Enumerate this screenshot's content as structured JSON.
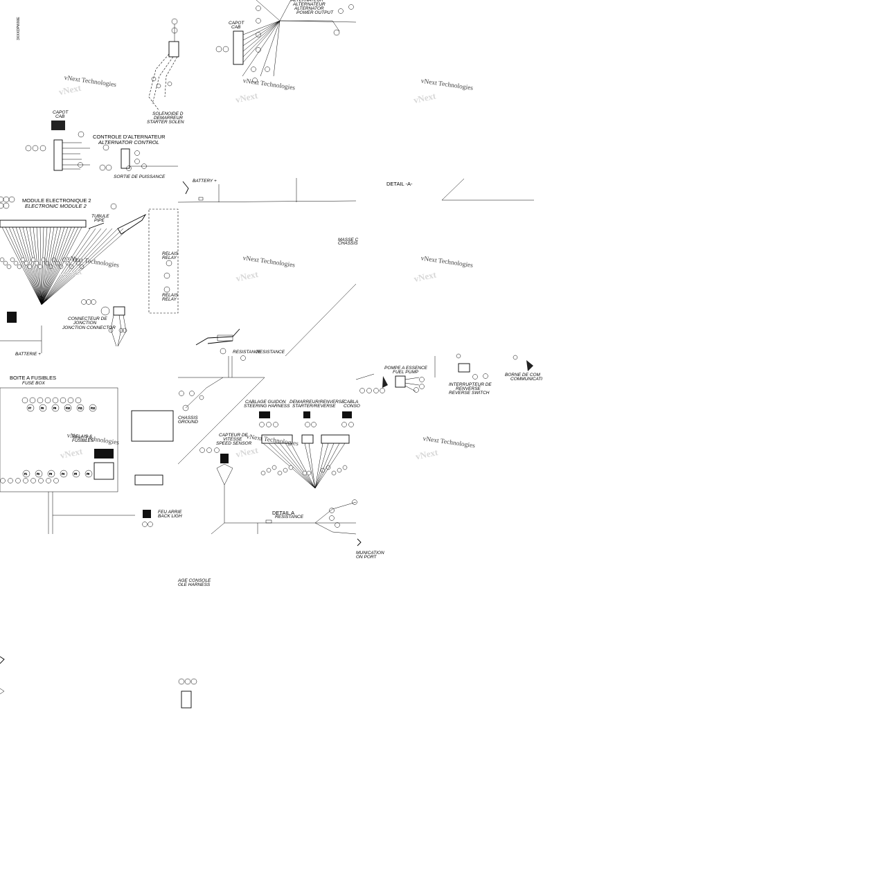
{
  "side_code": "3XXXOPW00E",
  "watermark": "vNext Technologies",
  "labels": {
    "capot_cab_top": [
      "CAPOT",
      "CAB"
    ],
    "alt_output": [
      "ALTERNATEUR",
      "ALTERNATOR",
      "POWER OUTPUT"
    ],
    "solenoid": [
      "SOLENOIDE D",
      "DEMARREUR",
      "STARTER SOLEN"
    ],
    "capot_cab_left": [
      "CAPOT",
      "CAB"
    ],
    "alt_control": [
      "CONTROLE D'ALTERNATEUR",
      "ALTERNATOR CONTROL"
    ],
    "sortie": "SORTIE DE PUISSANCE",
    "battery_plus": "BATTERY +",
    "detail_a_top": "DETAIL -A-",
    "module2": [
      "MODULE ELECTRONIQUE 2",
      "ELECTRONIC MODULE 2"
    ],
    "tube": [
      "TUBULE",
      "PIPE"
    ],
    "masse": [
      "MASSE C",
      "CHASSIS"
    ],
    "relais1": [
      "RELAIS",
      "RELAY"
    ],
    "relais2": [
      "RELAIS",
      "RELAY"
    ],
    "connecteur": [
      "CONNECTEUR DE",
      "JONCTION",
      "JONCTION CONNECTOR"
    ],
    "batterie": "BATTERIE +",
    "resistance": [
      "RESISTANCE",
      "RESISTANCE"
    ],
    "pompe": [
      "POMPE A ESSENCE",
      "FUEL PUMP"
    ],
    "interrupteur": [
      "INTERRUPTEUR DE",
      "RENVERSE",
      "REVERSE SWITCH"
    ],
    "borne": [
      "BORNE DE COM",
      "COMMUNICATI"
    ],
    "boite": [
      "BOITE A FUSIBLES",
      "FUSE BOX"
    ],
    "chassis_ground": [
      "CHASSIS",
      "GROUND"
    ],
    "cablage_guidon": [
      "CABLAGE GUIDON",
      "STEERING HARNESS"
    ],
    "demarreur": [
      "DEMARREUR/RENVERSE",
      "STARTER/REVERSE"
    ],
    "cabl_cons": [
      "CABLA",
      "CONSO"
    ],
    "capteur": [
      "CAPTEUR DE",
      "VITESSE",
      "SPEED SENSOR"
    ],
    "feu": [
      "FEU ARRIE",
      "BACK LIGH"
    ],
    "detail_a_bottom": [
      "DETAIL A",
      "RESISTANCE"
    ],
    "comm_port": [
      "MUNICATION",
      "ON PORT"
    ],
    "console": [
      "AGE CONSOLE",
      "OLE HARNESS"
    ],
    "fuses": [
      "F7",
      "F8",
      "F9",
      "F10",
      "F11",
      "F12",
      "F1",
      "F2",
      "F3",
      "F4",
      "F5",
      "F6"
    ],
    "relais_fuses": [
      "RELAIS &",
      "FUSIBLES"
    ]
  }
}
